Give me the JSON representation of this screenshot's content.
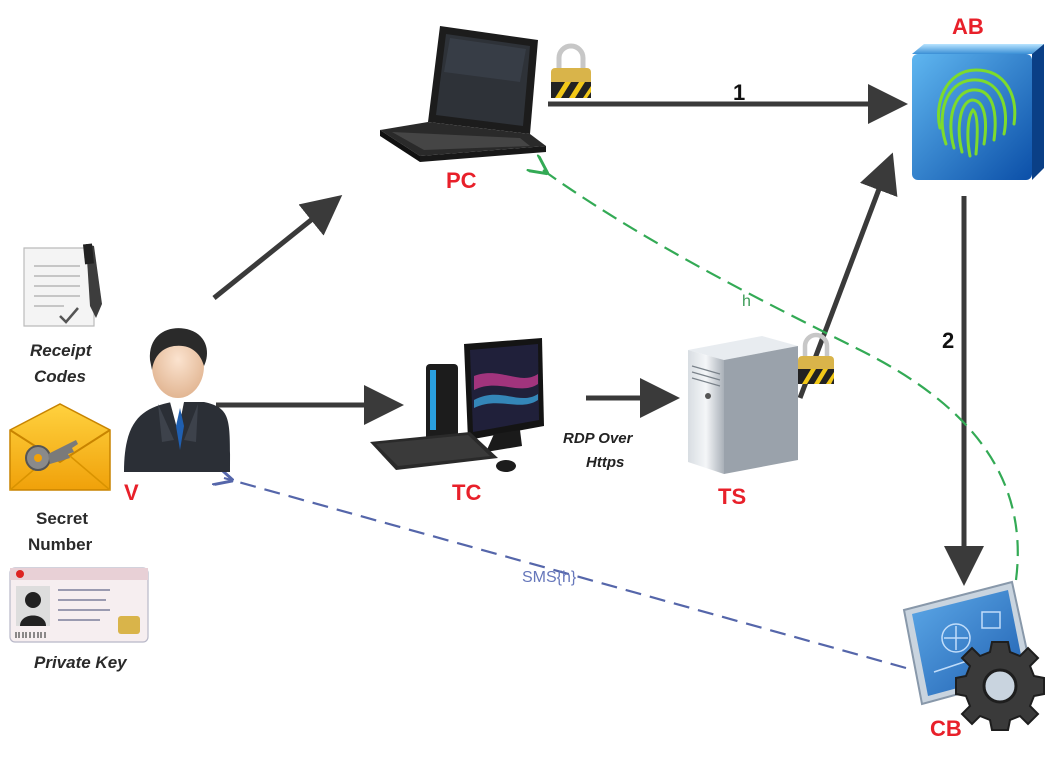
{
  "nodes": {
    "pc": "PC",
    "ab": "AB",
    "v": "V",
    "tc": "TC",
    "ts": "TS",
    "cb": "CB"
  },
  "edges": {
    "pc_to_ab": "1",
    "ab_to_cb": "2",
    "tc_to_ts": "RDP Over Https",
    "tc_to_ts_line1": "RDP Over",
    "tc_to_ts_line2": "Https",
    "cb_to_v": "SMS{h}",
    "cb_to_pc": "h"
  },
  "items": {
    "receipt_codes_line1": "Receipt",
    "receipt_codes_line2": "Codes",
    "secret_number_line1": "Secret",
    "secret_number_line2": "Number",
    "private_key": "Private Key"
  },
  "colors": {
    "label_red": "#e8202a",
    "arrow_gray": "#3a3a3a",
    "sms_dashed": "#5566aa",
    "h_dashed": "#33aa55"
  },
  "icons": {
    "pc": "laptop-icon",
    "ab": "fingerprint-server-icon",
    "v": "user-icon",
    "tc": "desktop-computer-icon",
    "ts": "server-tower-icon",
    "cb": "blueprint-gear-icon",
    "receipt": "document-pen-icon",
    "secret": "envelope-key-icon",
    "private_key": "id-card-icon",
    "lock": "padlock-icon"
  }
}
